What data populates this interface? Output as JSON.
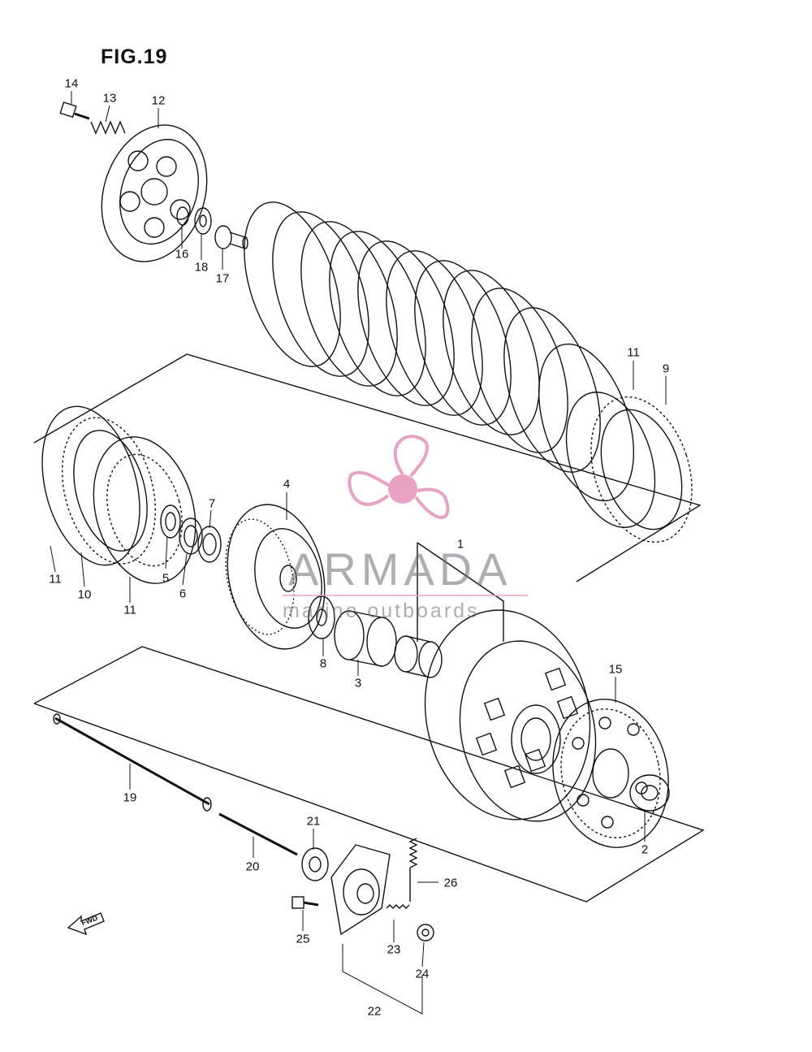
{
  "figure": {
    "title": "FIG.19"
  },
  "watermark": {
    "brand": "ARMADA",
    "tagline": "marine outboards",
    "accent_color": "#e8a3c4"
  },
  "fwd_arrow": {
    "label": "FWD",
    "icon": "fwd-arrow-icon"
  },
  "part_labels": [
    "14",
    "13",
    "12",
    "16",
    "18",
    "17",
    "11",
    "9",
    "4",
    "7",
    "1",
    "11",
    "10",
    "11",
    "5",
    "6",
    "8",
    "3",
    "15",
    "19",
    "21",
    "20",
    "26",
    "25",
    "23",
    "24",
    "22",
    "2"
  ]
}
